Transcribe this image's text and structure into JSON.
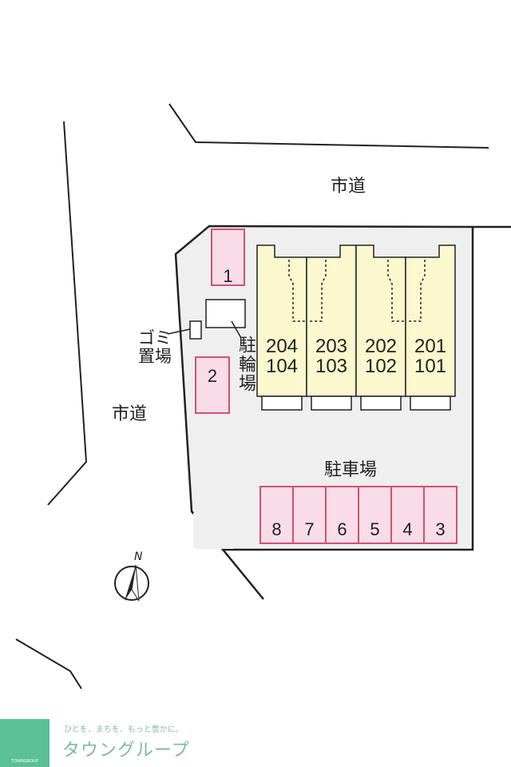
{
  "roads": {
    "top": "市道",
    "left": "市道"
  },
  "facilities": {
    "garbage": "ゴミ置場",
    "bicycle": "駐輪場",
    "parking": "駐車場"
  },
  "units": [
    {
      "upper": "204",
      "lower": "104"
    },
    {
      "upper": "203",
      "lower": "103"
    },
    {
      "upper": "202",
      "lower": "102"
    },
    {
      "upper": "201",
      "lower": "101"
    }
  ],
  "parking_spaces": [
    "8",
    "7",
    "6",
    "5",
    "4",
    "3"
  ],
  "side_spaces": {
    "a": "1",
    "b": "2"
  },
  "compass": "N",
  "logo": {
    "slogan": "ひとを、まちを、もっと豊かに。",
    "brand": "タウングループ",
    "sub": "TOWNGROUP"
  },
  "colors": {
    "lot_fill": "#f8dce7",
    "lot_border": "#d64f73",
    "building": "#fbf8cf",
    "site": "#efefef"
  }
}
